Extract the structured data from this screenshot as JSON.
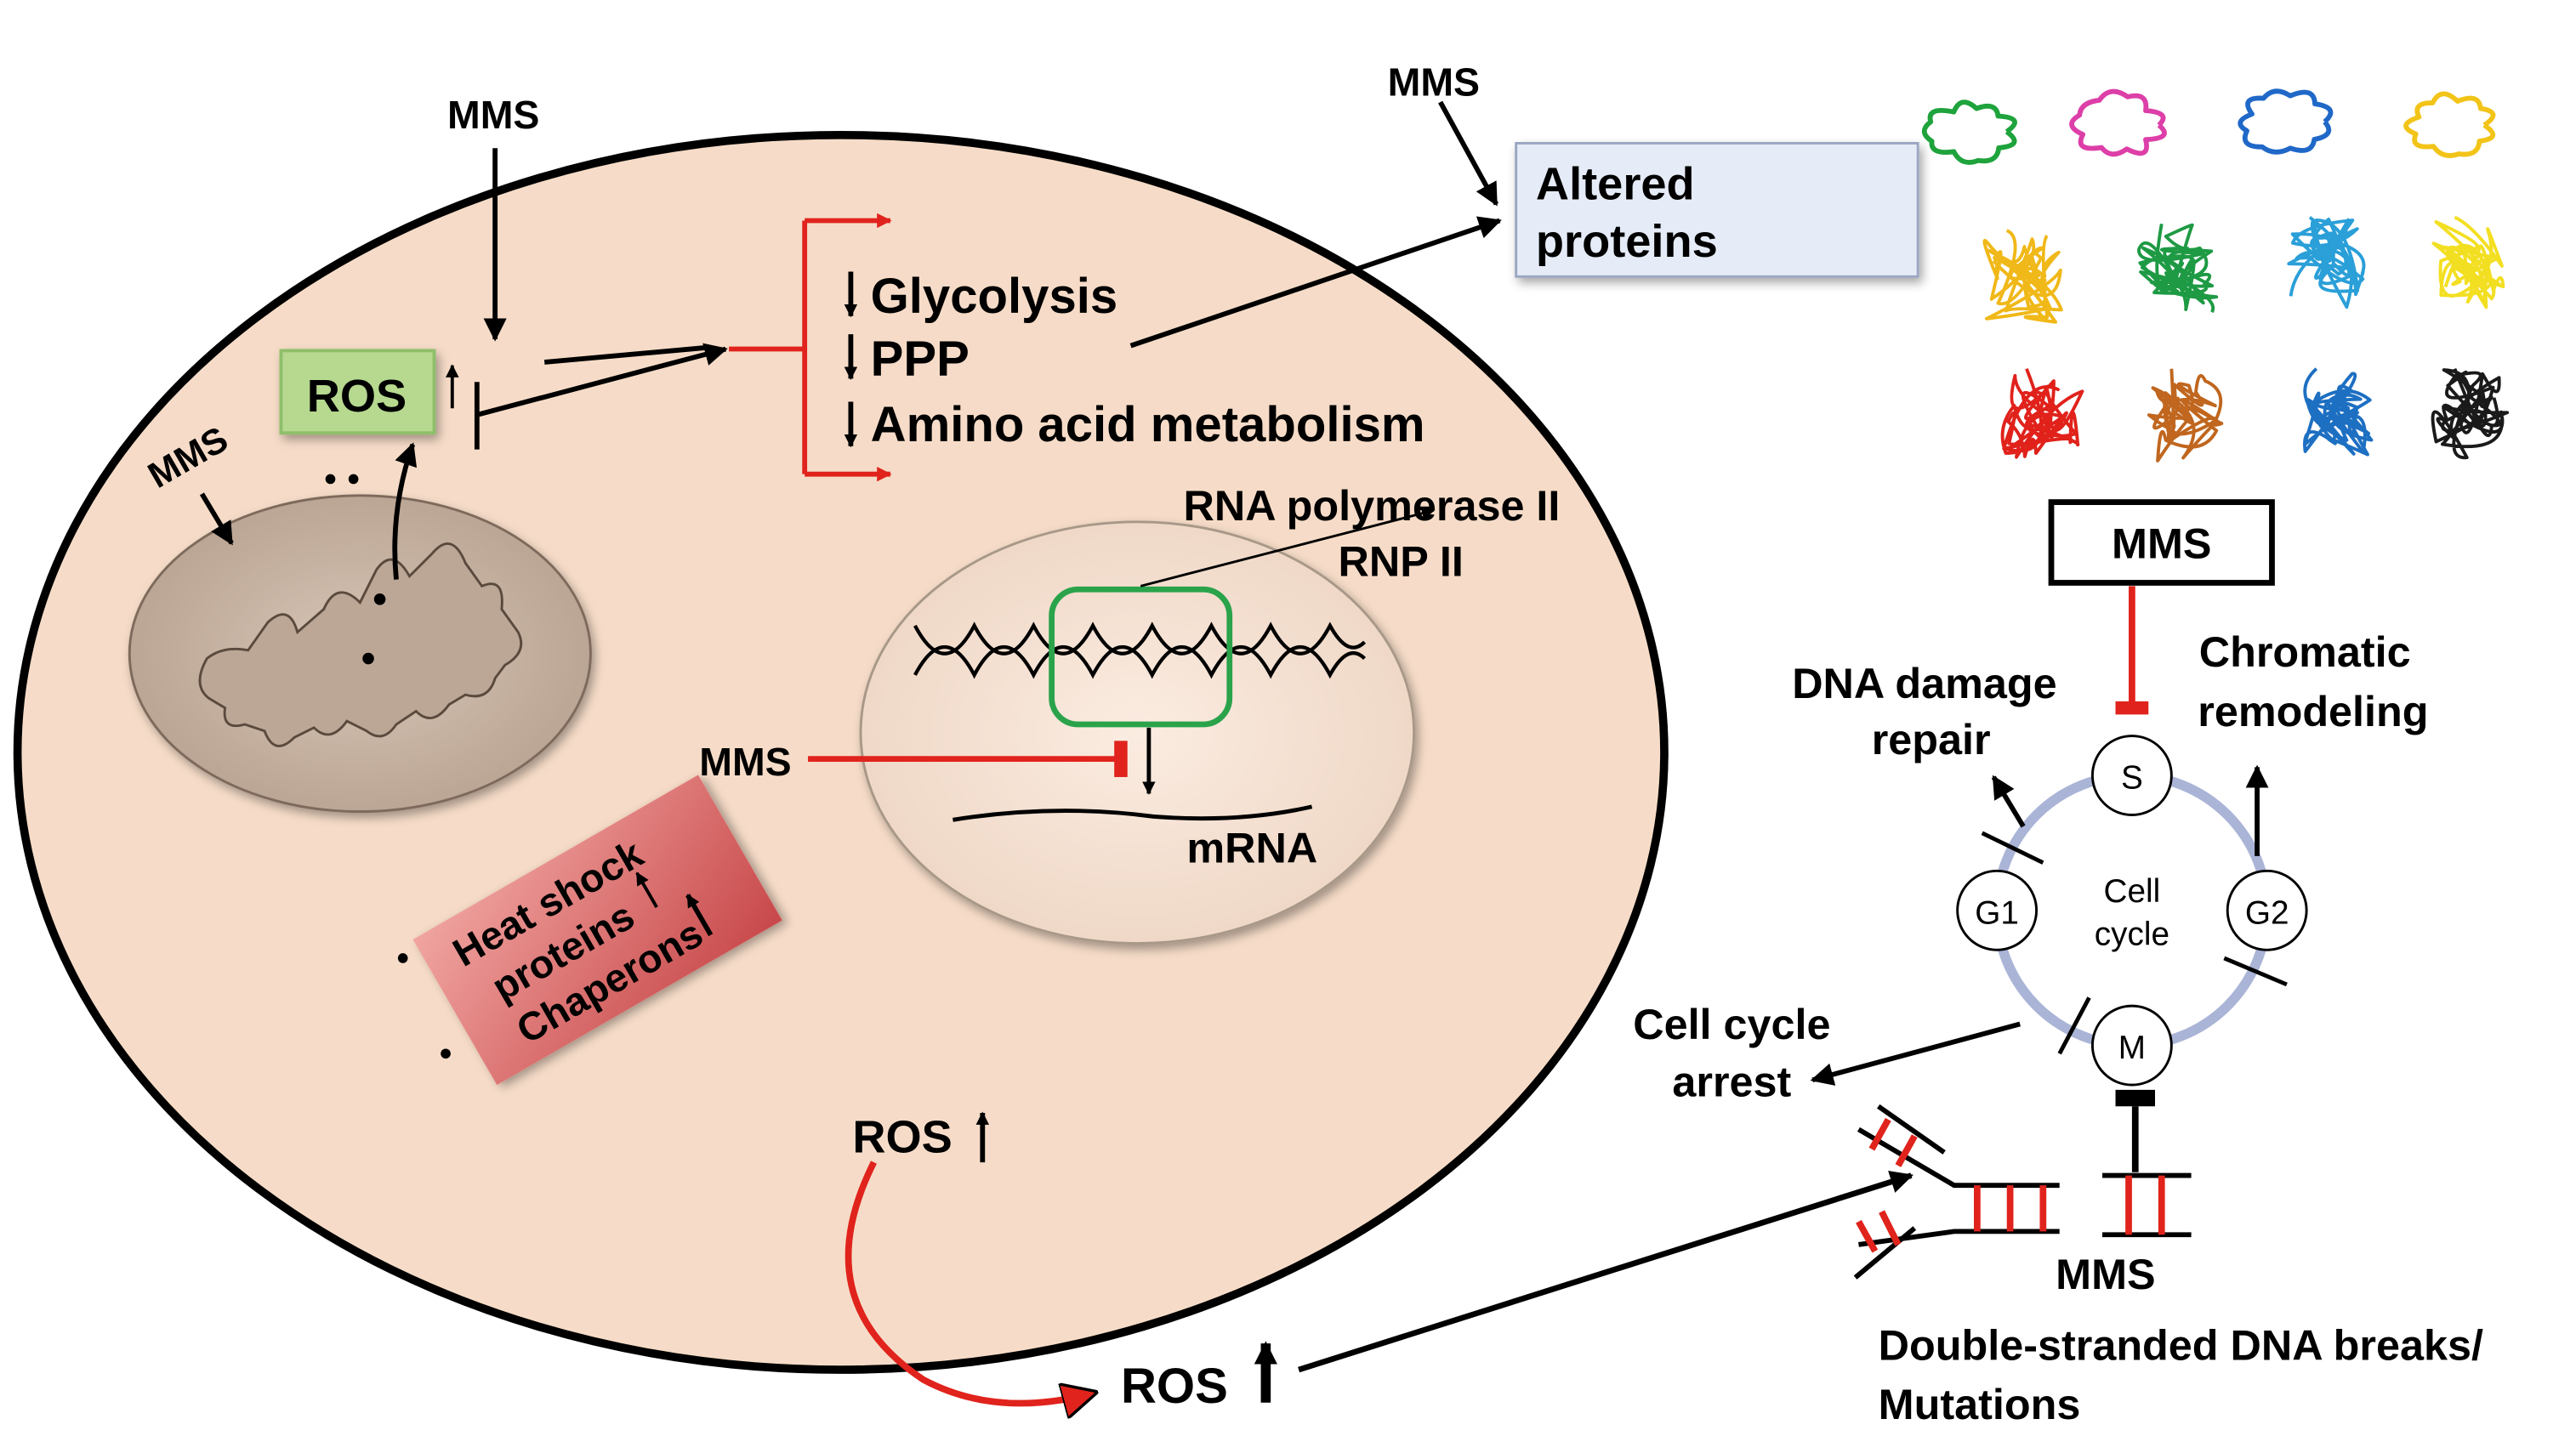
{
  "colors": {
    "cell_fill": "#f6dcc8",
    "mito_fill": "#cbb8a8",
    "ros_box": "#b6d98f",
    "altered_box": "#e6ecf7",
    "heat_box": "#d96a6a",
    "red": "#e0231c",
    "green_box": "#2aa34a",
    "cycle_ring": "#aab4d6"
  },
  "labels": {
    "mms_top": "MMS",
    "mms_left": "MMS",
    "mms_altered": "MMS",
    "mms_dna": "MMS",
    "mms_box": "MMS",
    "mms_bottom": "MMS",
    "ros_box": "ROS",
    "glycolysis": "Glycolysis",
    "ppp": "PPP",
    "amino": "Amino acid metabolism",
    "altered_line1": "Altered",
    "altered_line2": "proteins",
    "rnap_line1": "RNA polymerase II",
    "rnap_line2": "RNP II",
    "mrna": "mRNA",
    "heat_line1": "Heat shock",
    "heat_line2": "proteins",
    "heat_line3": "Chaperons",
    "ros_inside": "ROS",
    "ros_outside": "ROS",
    "dna_repair_line1": "DNA damage",
    "dna_repair_line2": "repair",
    "chromatic_line1": "Chromatic",
    "chromatic_line2": "remodeling",
    "cycle_line1": "Cell",
    "cycle_line2": "cycle",
    "phase_s": "S",
    "phase_g1": "G1",
    "phase_g2": "G2",
    "phase_m": "M",
    "arrest_line1": "Cell cycle",
    "arrest_line2": "arrest",
    "dsb_line1": "Double-stranded DNA breaks/",
    "dsb_line2": "Mutations"
  },
  "protein_colors": [
    [
      "#1fa33c",
      "#dd3fa8",
      "#2068c8",
      "#f2c418"
    ],
    [
      "#f0b818",
      "#1e9a44",
      "#2a9fd8",
      "#f3df22"
    ],
    [
      "#e0221b",
      "#c0661e",
      "#1d6fc2",
      "#1a1a1a"
    ]
  ]
}
